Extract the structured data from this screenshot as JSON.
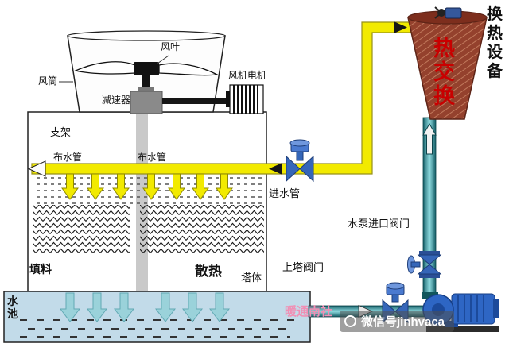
{
  "diagram": {
    "tower": {
      "fan_blade": "风叶",
      "air_duct": "风筒",
      "fan_motor": "风机电机",
      "reducer": "减速器",
      "support": "支架",
      "dist_pipe_left": "布水管",
      "dist_pipe_right": "布水管",
      "fill_material": "填料",
      "heat_dissipation": "散热",
      "tower_body": "塔体",
      "water_pool": "水池"
    },
    "piping": {
      "inlet_pipe": "进水管",
      "pump_inlet_valve": "水泵进口阀门",
      "tower_valve": "上塔阀门"
    },
    "exchanger": {
      "heat_exchange": "热交换",
      "equipment": "换热设备"
    },
    "watermark": {
      "brand": "暖通南社",
      "wechat": "微信号jinhvaca"
    },
    "colors": {
      "pipe_yellow": "#f2ea00",
      "pipe_teal_dark": "#135e66",
      "pipe_teal_light": "#8fdbe0",
      "valve_blue": "#3566b8",
      "pump_blue": "#2e66c4",
      "exchanger_brown": "#94412d",
      "heat_text_red": "#c90000",
      "pool_blue": "#c2dbe9",
      "arrow_teal": "#9ad2da"
    }
  }
}
